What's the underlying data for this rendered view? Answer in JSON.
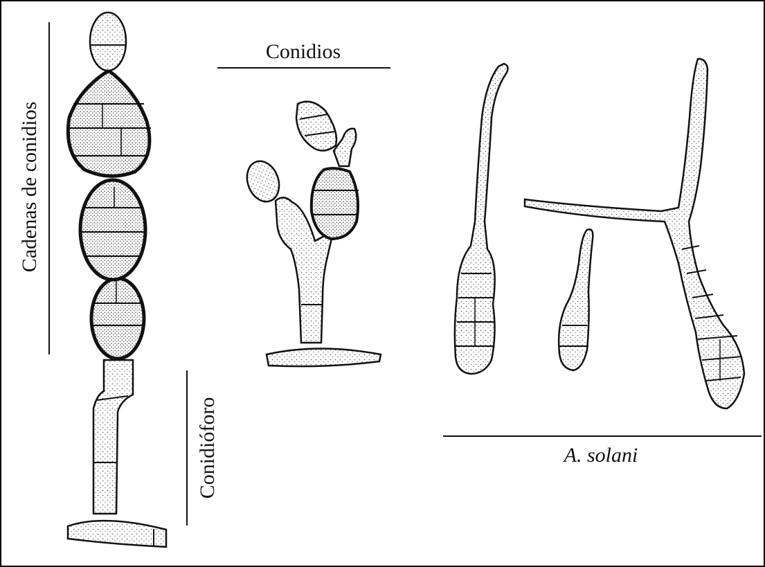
{
  "labels": {
    "cadenas": "Cadenas de conidios",
    "conidioforo": "Conidióforo",
    "conidios": "Conidios",
    "species": "A. solani"
  },
  "colors": {
    "ink": "#111111",
    "background": "#ffffff",
    "stipple": "#555555"
  }
}
